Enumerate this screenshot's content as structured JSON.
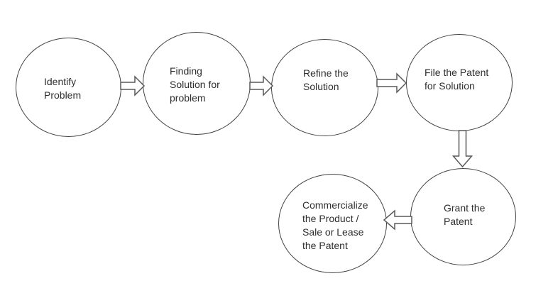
{
  "diagram": {
    "type": "flowchart",
    "nodes": [
      {
        "id": "identify-problem",
        "shape": "ellipse",
        "text": "Identify\nProblem"
      },
      {
        "id": "finding-solution",
        "shape": "ellipse",
        "text": "Finding\nSolution for\nproblem"
      },
      {
        "id": "refine-solution",
        "shape": "ellipse",
        "text": "Refine the\nSolution"
      },
      {
        "id": "file-patent",
        "shape": "ellipse",
        "text": "File the Patent\nfor Solution"
      },
      {
        "id": "grant-patent",
        "shape": "ellipse",
        "text": "Grant the\nPatent"
      },
      {
        "id": "commercialize",
        "shape": "ellipse",
        "text": "Commercialize\nthe Product /\nSale or Lease\nthe Patent"
      }
    ],
    "edges": [
      {
        "from": "identify-problem",
        "to": "finding-solution",
        "direction": "right",
        "style": "open-block-arrow"
      },
      {
        "from": "finding-solution",
        "to": "refine-solution",
        "direction": "right",
        "style": "open-block-arrow"
      },
      {
        "from": "refine-solution",
        "to": "file-patent",
        "direction": "right",
        "style": "open-block-arrow"
      },
      {
        "from": "file-patent",
        "to": "grant-patent",
        "direction": "down",
        "style": "open-block-arrow"
      },
      {
        "from": "grant-patent",
        "to": "commercialize",
        "direction": "left",
        "style": "open-block-arrow"
      }
    ],
    "colors": {
      "background": "#ffffff",
      "node_fill": "#ffffff",
      "node_stroke": "#414141",
      "arrow_stroke": "#595959",
      "arrow_fill": "#ffffff",
      "text": "#2e2e2e"
    }
  }
}
